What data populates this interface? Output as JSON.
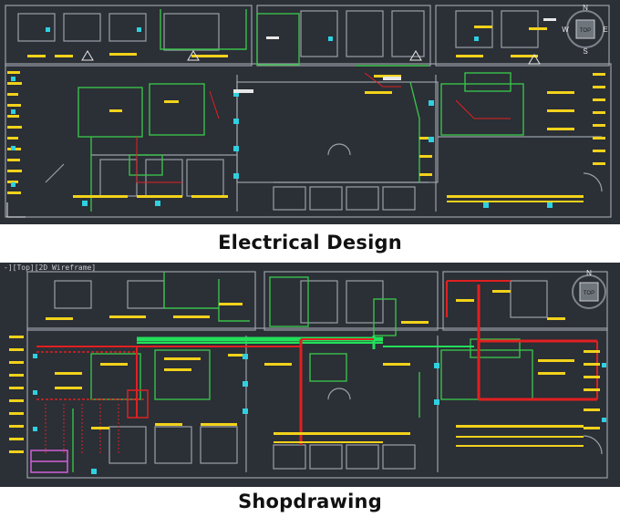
{
  "captions": {
    "top": "Electrical Design",
    "bottom": "Shopdrawing"
  },
  "viewcube": {
    "top": {
      "face": "TOP",
      "n": "N",
      "w": "W",
      "e": "E",
      "s": "S"
    },
    "bottom": {
      "face": "TOP",
      "n": "N"
    }
  },
  "corner_label_bottom": "-][Top][2D Wireframe]",
  "colors": {
    "background": "#2b2f36",
    "walls": "#9aa0a8",
    "rooms_green": "#39c04a",
    "labels_yellow": "#f2d21b",
    "devices_cyan": "#2fd0e0",
    "conduit_red": "#e02020",
    "bus_green": "#22e05a",
    "pink": "#d060d8"
  }
}
